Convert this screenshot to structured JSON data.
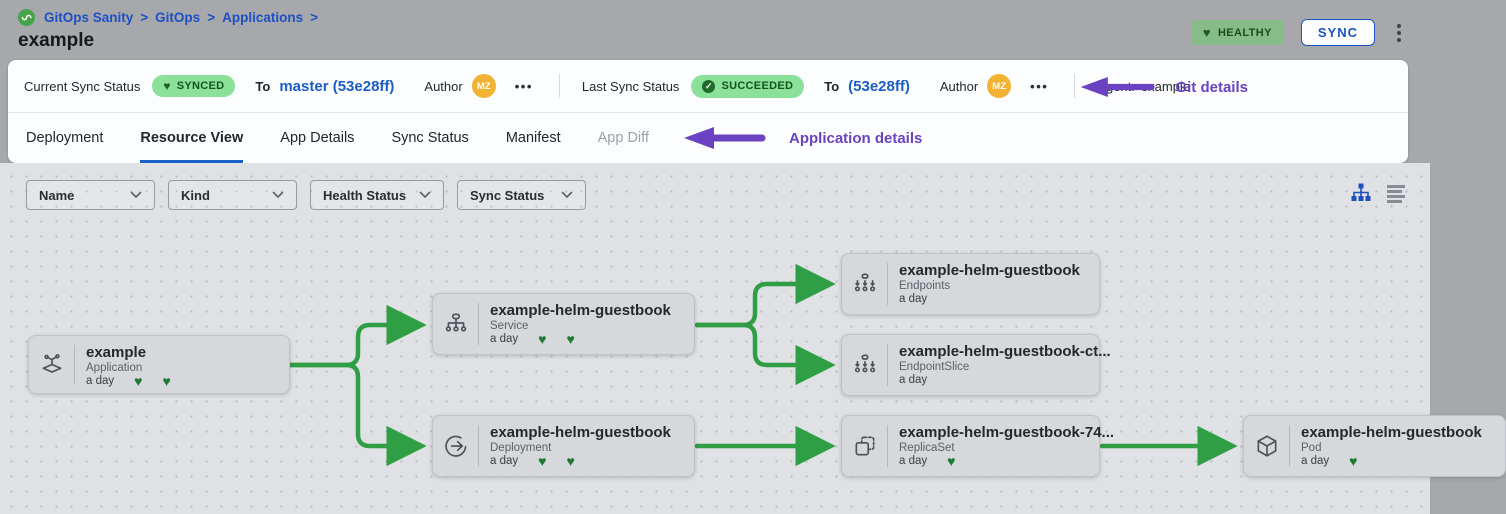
{
  "header": {
    "breadcrumb": {
      "items": [
        "GitOps Sanity",
        "GitOps",
        "Applications"
      ],
      "separator": ">"
    },
    "title": "example",
    "health_badge": {
      "label": "HEALTHY",
      "icon": "heart-icon"
    },
    "sync_button": "SYNC"
  },
  "status_bar": {
    "current_sync": {
      "label": "Current Sync Status",
      "badge": "SYNCED",
      "to": "To",
      "revision": "master (53e28ff)",
      "author": "Author",
      "avatar": "MZ",
      "more": "•••"
    },
    "last_sync": {
      "label": "Last Sync Status",
      "badge": "SUCCEEDED",
      "to": "To",
      "revision": "(53e28ff)",
      "author": "Author",
      "avatar": "MZ",
      "more": "•••"
    },
    "agent": {
      "label": "Agent:",
      "value": "example"
    },
    "annotation": "Git details"
  },
  "tabs": {
    "items": [
      {
        "label": "Deployment"
      },
      {
        "label": "Resource View",
        "active": true
      },
      {
        "label": "App Details"
      },
      {
        "label": "Sync Status"
      },
      {
        "label": "Manifest"
      },
      {
        "label": "App Diff",
        "disabled": true
      }
    ],
    "annotation": "Application details"
  },
  "filters": {
    "dropdowns": [
      "Name",
      "Kind",
      "Health Status",
      "Sync Status"
    ],
    "view_toggles": [
      "tree-view-icon",
      "list-view-icon"
    ],
    "check_mark": "✓"
  },
  "graph": {
    "nodes": [
      {
        "name": "example",
        "kind": "Application",
        "age": "a day",
        "hearts": 2,
        "icon": "application-icon"
      },
      {
        "name": "example-helm-guestbook",
        "kind": "Service",
        "age": "a day",
        "hearts": 2,
        "icon": "service-icon"
      },
      {
        "name": "example-helm-guestbook",
        "kind": "Deployment",
        "age": "a day",
        "hearts": 2,
        "icon": "deployment-icon"
      },
      {
        "name": "example-helm-guestbook",
        "kind": "Endpoints",
        "age": "a day",
        "hearts": 0,
        "icon": "endpoints-icon"
      },
      {
        "name": "example-helm-guestbook-ct...",
        "kind": "EndpointSlice",
        "age": "a day",
        "hearts": 0,
        "icon": "endpointslice-icon"
      },
      {
        "name": "example-helm-guestbook-74...",
        "kind": "ReplicaSet",
        "age": "a day",
        "hearts": 1,
        "icon": "replicaset-icon"
      },
      {
        "name": "example-helm-guestbook",
        "kind": "Pod",
        "age": "a day",
        "hearts": 1,
        "icon": "pod-icon"
      }
    ]
  },
  "colors": {
    "link_blue": "#1d50c4",
    "accent_blue": "#1b54c4",
    "annotation_purple": "#6a42c2",
    "connector_green": "#2f9e44",
    "synced_badge_bg": "#8ce19a",
    "synced_badge_text": "#14531f",
    "healthy_badge_bg": "#85bc88",
    "heart_green": "#1d7a33",
    "avatar_bg": "#f2b233",
    "canvas_bg": "#dfe1e4"
  }
}
